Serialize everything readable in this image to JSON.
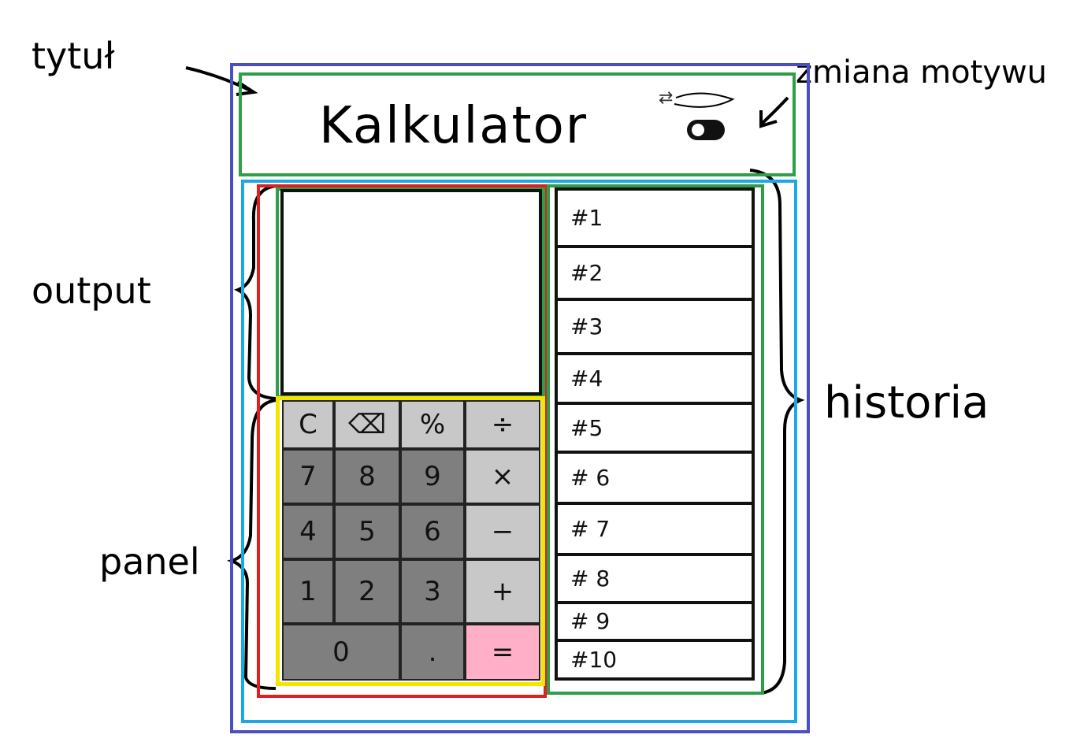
{
  "annotations": {
    "title_label": "tytuł",
    "theme_label": "zmiana motywu",
    "output_label": "output",
    "panel_label": "panel",
    "history_label": "historia"
  },
  "app": {
    "title": "Kalkulator"
  },
  "theme_toggle": {
    "icon": "toggle-switch-icon",
    "motion_icon": "swap-arrows-icon"
  },
  "keypad": {
    "keys": [
      {
        "label": "C",
        "style": "light"
      },
      {
        "label": "⌫",
        "style": "light"
      },
      {
        "label": "%",
        "style": "light"
      },
      {
        "label": "÷",
        "style": "light"
      },
      {
        "label": "7",
        "style": "dark"
      },
      {
        "label": "8",
        "style": "dark"
      },
      {
        "label": "9",
        "style": "dark"
      },
      {
        "label": "×",
        "style": "light"
      },
      {
        "label": "4",
        "style": "dark"
      },
      {
        "label": "5",
        "style": "dark"
      },
      {
        "label": "6",
        "style": "dark"
      },
      {
        "label": "−",
        "style": "light"
      },
      {
        "label": "1",
        "style": "dark"
      },
      {
        "label": "2",
        "style": "dark"
      },
      {
        "label": "3",
        "style": "dark"
      },
      {
        "label": "+",
        "style": "light"
      },
      {
        "label": "0",
        "style": "dark"
      },
      {
        "label": ".",
        "style": "dark"
      },
      {
        "label": "=",
        "style": "eq"
      }
    ]
  },
  "history": {
    "items": [
      "#1",
      "#2",
      "#3",
      "#4",
      "#5",
      "# 6",
      "# 7",
      "# 8",
      "# 9",
      "#10"
    ]
  },
  "colors": {
    "outer_frame": "#4a4fc2",
    "title_frame": "#2f9e48",
    "body_frame": "#1da7e3",
    "calc_frame": "#e02020",
    "panel_frame": "#f2e600",
    "key_light": "#c8c8c8",
    "key_dark": "#7f7f7f",
    "key_equals": "#ffb0c8"
  }
}
